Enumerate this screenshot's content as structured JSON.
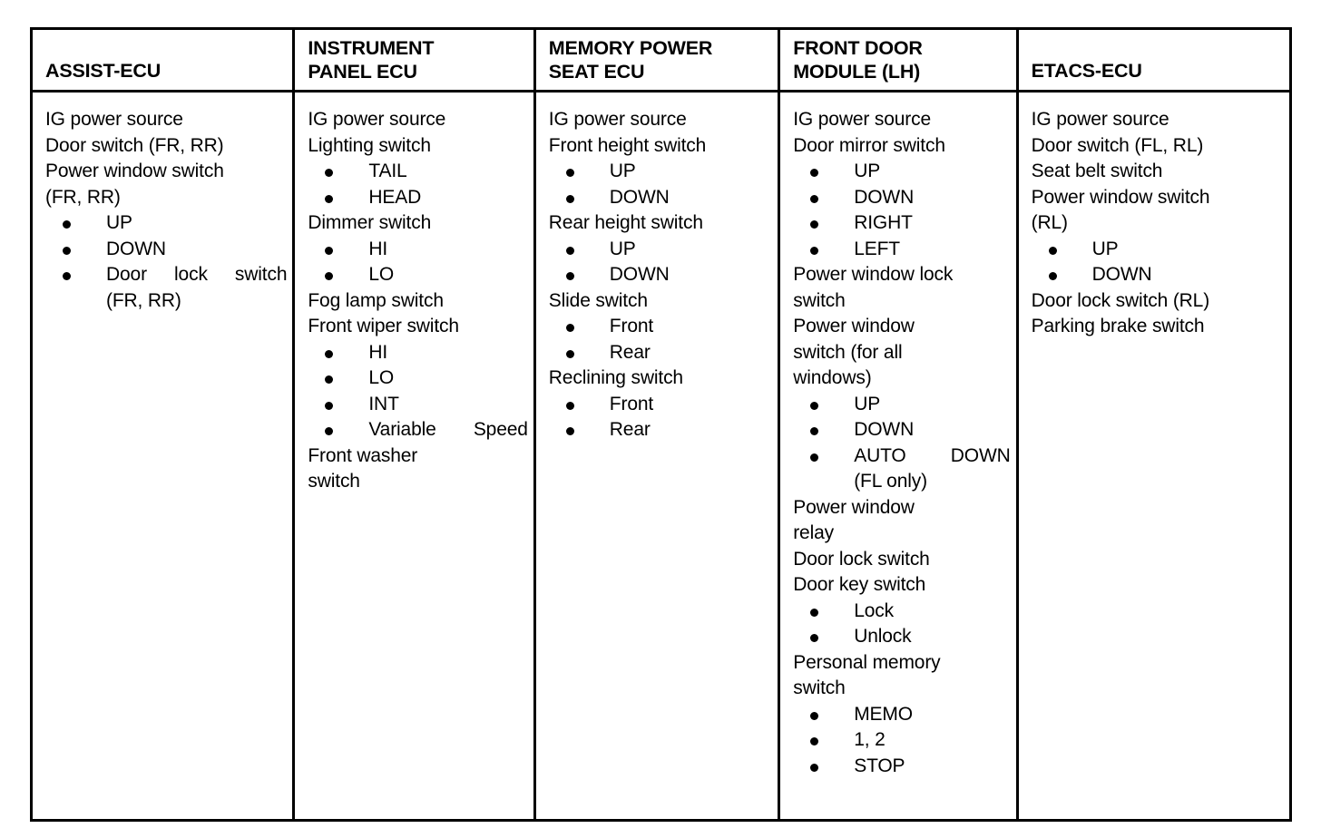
{
  "document": {
    "type": "ecu-input-signal-table",
    "background_color": "#ffffff",
    "text_color": "#000000",
    "border_color": "#000000"
  },
  "table": {
    "columns": [
      {
        "id": "assist-ecu",
        "header_lines": [
          "ASSIST-ECU"
        ],
        "entries": [
          {
            "label": "IG power source",
            "spread": false,
            "items": []
          },
          {
            "label": "Door switch (FR, RR)",
            "spread": false,
            "items": []
          },
          {
            "label": "Power window switch",
            "label2": "(FR, RR)",
            "spread": false,
            "items": [
              {
                "text": "UP",
                "spread": false
              },
              {
                "text": "DOWN",
                "spread": false
              },
              {
                "text": "Door lock switch",
                "spread": true,
                "cont": "(FR,  RR)"
              }
            ]
          }
        ]
      },
      {
        "id": "instrument-panel-ecu",
        "header_lines": [
          "INSTRUMENT",
          "PANEL ECU"
        ],
        "entries": [
          {
            "label": "IG power source",
            "spread": false,
            "items": []
          },
          {
            "label": "Lighting switch",
            "spread": false,
            "items": [
              {
                "text": "TAIL",
                "spread": false
              },
              {
                "text": "HEAD",
                "spread": false
              }
            ]
          },
          {
            "label": "Dimmer switch",
            "spread": false,
            "items": [
              {
                "text": "HI",
                "spread": false
              },
              {
                "text": "LO",
                "spread": false
              }
            ]
          },
          {
            "label": "Fog lamp switch",
            "spread": false,
            "items": []
          },
          {
            "label": "Front wiper switch",
            "spread": false,
            "items": [
              {
                "text": "HI",
                "spread": false
              },
              {
                "text": "LO",
                "spread": false
              },
              {
                "text": "INT",
                "spread": false
              },
              {
                "text": "Variable  Speed",
                "spread": true
              }
            ]
          },
          {
            "label": "Front washer",
            "label2": "switch",
            "spread": false,
            "items": []
          }
        ]
      },
      {
        "id": "memory-power-seat-ecu",
        "header_lines": [
          "MEMORY POWER",
          "SEAT ECU"
        ],
        "entries": [
          {
            "label": "IG power source",
            "spread": false,
            "items": []
          },
          {
            "label": "Front height switch",
            "spread": false,
            "items": [
              {
                "text": "UP",
                "spread": false
              },
              {
                "text": "DOWN",
                "spread": false
              }
            ]
          },
          {
            "label": "Rear height switch",
            "spread": false,
            "items": [
              {
                "text": "UP",
                "spread": false
              },
              {
                "text": "DOWN",
                "spread": false
              }
            ]
          },
          {
            "label": "Slide switch",
            "spread": false,
            "items": [
              {
                "text": "Front",
                "spread": false
              },
              {
                "text": "Rear",
                "spread": false
              }
            ]
          },
          {
            "label": "Reclining switch",
            "spread": false,
            "items": [
              {
                "text": "Front",
                "spread": false
              },
              {
                "text": "Rear",
                "spread": false
              }
            ]
          }
        ]
      },
      {
        "id": "front-door-module-lh",
        "header_lines": [
          "FRONT DOOR",
          "MODULE (LH)"
        ],
        "entries": [
          {
            "label": "IG power source",
            "spread": false,
            "items": []
          },
          {
            "label": "Door mirror switch",
            "spread": false,
            "items": [
              {
                "text": "UP",
                "spread": false
              },
              {
                "text": "DOWN",
                "spread": false
              },
              {
                "text": "RIGHT",
                "spread": false
              },
              {
                "text": "LEFT",
                "spread": false
              }
            ]
          },
          {
            "label": "Power window lock",
            "label2": "switch",
            "spread": false,
            "items": []
          },
          {
            "label": "Power window",
            "label2": "switch (for all",
            "label3": "windows)",
            "spread": false,
            "items": [
              {
                "text": "UP",
                "spread": false
              },
              {
                "text": "DOWN",
                "spread": false
              },
              {
                "text": "AUTO    DOWN",
                "spread": true,
                "cont": "(FL only)"
              }
            ]
          },
          {
            "label": "Power window",
            "label2": "relay",
            "spread": false,
            "items": []
          },
          {
            "label": "Door lock switch",
            "spread": false,
            "items": []
          },
          {
            "label": "Door key switch",
            "spread": false,
            "items": [
              {
                "text": "Lock",
                "spread": false
              },
              {
                "text": "Unlock",
                "spread": false
              }
            ]
          },
          {
            "label": "Personal memory",
            "label2": "switch",
            "spread": false,
            "items": [
              {
                "text": "MEMO",
                "spread": false
              },
              {
                "text": "1, 2",
                "spread": false
              },
              {
                "text": "STOP",
                "spread": false
              }
            ]
          }
        ]
      },
      {
        "id": "etacs-ecu",
        "header_lines": [
          "ETACS-ECU"
        ],
        "entries": [
          {
            "label": "IG power source",
            "spread": false,
            "items": []
          },
          {
            "label": "Door switch (FL, RL)",
            "spread": false,
            "items": []
          },
          {
            "label": "Seat belt switch",
            "spread": false,
            "items": []
          },
          {
            "label": "Power window switch",
            "label2": "(RL)",
            "spread": false,
            "items": [
              {
                "text": "UP",
                "spread": false
              },
              {
                "text": "DOWN",
                "spread": false
              }
            ]
          },
          {
            "label": "Door lock switch (RL)",
            "spread": false,
            "items": []
          },
          {
            "label": "Parking brake switch",
            "spread": false,
            "items": []
          }
        ]
      }
    ]
  }
}
